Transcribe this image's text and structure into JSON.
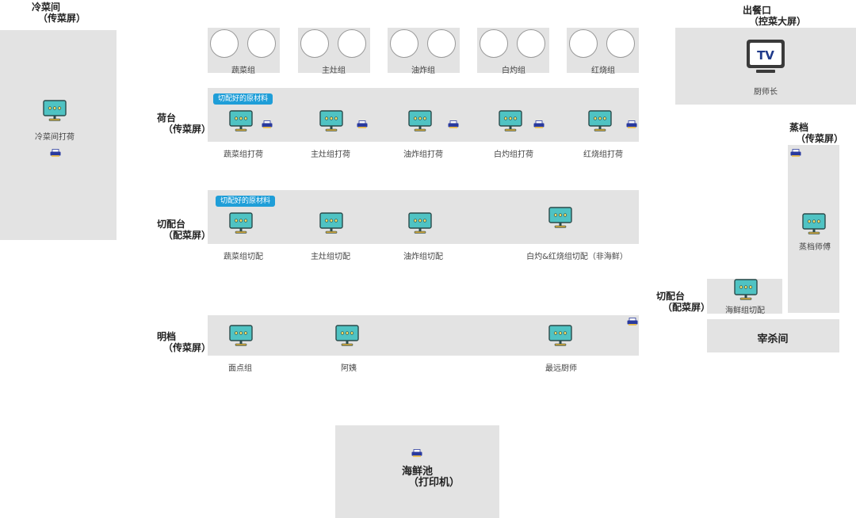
{
  "left": {
    "title": [
      "冷菜间",
      "（传菜屏）"
    ],
    "device": "冷菜间打荷"
  },
  "groups": [
    "蔬菜组",
    "主灶组",
    "油炸组",
    "白灼组",
    "红烧组"
  ],
  "hetai": {
    "title": [
      "荷台",
      "（传菜屏）"
    ],
    "tag": "切配好的原材料",
    "devices": [
      "蔬菜组打荷",
      "主灶组打荷",
      "油炸组打荷",
      "白灼组打荷",
      "红烧组打荷"
    ]
  },
  "qiepei": {
    "title": [
      "切配台",
      "（配菜屏）"
    ],
    "tag": "切配好的原材料",
    "devices": [
      "蔬菜组切配",
      "主灶组切配",
      "油炸组切配",
      "白灼&红烧组切配（非海鲜）"
    ]
  },
  "mingdang": {
    "title": [
      "明档",
      "（传菜屏）"
    ],
    "devices": [
      "面点组",
      "阿姨",
      "最远厨师"
    ]
  },
  "chucan": {
    "title": [
      "出餐口",
      "（控菜大屏）"
    ],
    "tv_label": "TV",
    "device": "厨师长"
  },
  "zhengdang": {
    "title": [
      "蒸档",
      "（传菜屏）"
    ],
    "device": "蒸档师傅"
  },
  "qiepei_right": {
    "title": [
      "切配台",
      "（配菜屏）"
    ],
    "device": "海鲜组切配"
  },
  "zaisha": {
    "label": "宰杀间"
  },
  "haixian": {
    "title": [
      "海鲜池",
      "（打印机）"
    ]
  },
  "colors": {
    "panel": "#e3e3e3",
    "tag": "#1f9ed8",
    "monitor": "#4fc3c3",
    "printer": "#2a3a9e"
  }
}
